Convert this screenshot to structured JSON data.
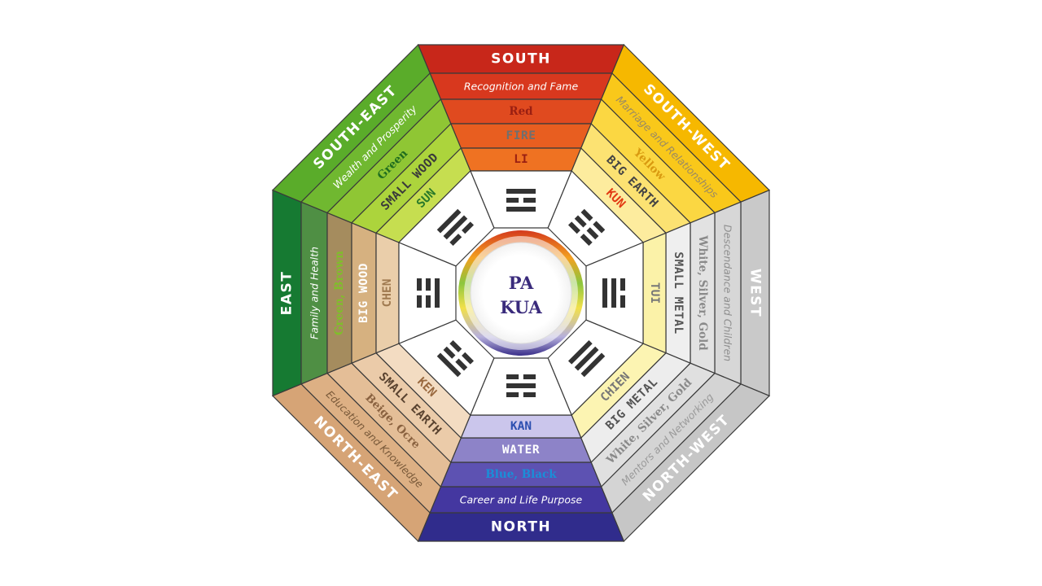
{
  "center": {
    "line1": "PA",
    "line2": "KUA",
    "text_color": "#3a2b7c"
  },
  "sectors": [
    {
      "key": "south",
      "direction": "SOUTH",
      "aspiration": "Recognition and Fame",
      "color_name": "Red",
      "element": "FIRE",
      "trigram": "LI",
      "trigram_lines": [
        1,
        0,
        1
      ],
      "band_colors": [
        "#c8271a",
        "#d8381e",
        "#e04a1f",
        "#e85e20",
        "#ef7222"
      ],
      "label_colors": {
        "direction": "#ffffff",
        "aspiration": "#ffffff",
        "color": "#9a1f12",
        "element": "#6f6f6f",
        "trigram": "#9a1f12"
      }
    },
    {
      "key": "south-west",
      "direction": "SOUTH-WEST",
      "aspiration": "Marriage and Relationships",
      "color_name": "Yellow",
      "element": "BIG EARTH",
      "trigram": "KUN",
      "trigram_lines": [
        0,
        0,
        0
      ],
      "band_colors": [
        "#f6b800",
        "#f9c81a",
        "#fbd742",
        "#fce272",
        "#fdec9e"
      ],
      "label_colors": {
        "direction": "#ffffff",
        "aspiration": "#9a8a63",
        "color": "#d99a10",
        "element": "#444444",
        "trigram": "#e23a14"
      }
    },
    {
      "key": "west",
      "direction": "WEST",
      "aspiration": "Descendance and Children",
      "color_name": "White, Silver, Gold",
      "element": "SMALL METAL",
      "trigram": "TUI",
      "trigram_lines": [
        0,
        1,
        1
      ],
      "band_colors": [
        "#c9c9c9",
        "#d7d7d7",
        "#e2e2e2",
        "#efefef",
        "#fbf2a8"
      ],
      "label_colors": {
        "direction": "#ffffff",
        "aspiration": "#8f8f8f",
        "color": "#8a8a8a",
        "element": "#555555",
        "trigram": "#777777"
      }
    },
    {
      "key": "north-west",
      "direction": "NORTH-WEST",
      "aspiration": "Mentors and Networking",
      "color_name": "White, Silver, Gold",
      "element": "BIG METAL",
      "trigram": "CHIEN",
      "trigram_lines": [
        1,
        1,
        1
      ],
      "band_colors": [
        "#c6c6c6",
        "#d4d4d4",
        "#e0e0e0",
        "#ededed",
        "#fcf4b2"
      ],
      "label_colors": {
        "direction": "#ffffff",
        "aspiration": "#9a9a9a",
        "color": "#8a8a8a",
        "element": "#555555",
        "trigram": "#777777"
      }
    },
    {
      "key": "north",
      "direction": "NORTH",
      "aspiration": "Career and Life Purpose",
      "color_name": "Blue, Black",
      "element": "WATER",
      "trigram": "KAN",
      "trigram_lines": [
        0,
        1,
        0
      ],
      "band_colors": [
        "#302c8c",
        "#4437a0",
        "#5d52b2",
        "#8d83c8",
        "#cbc6ec"
      ],
      "label_colors": {
        "direction": "#ffffff",
        "aspiration": "#ffffff",
        "color": "#1a8fd8",
        "element": "#ffffff",
        "trigram": "#2c4fb0"
      }
    },
    {
      "key": "north-east",
      "direction": "NORTH-EAST",
      "aspiration": "Education and Knowledge",
      "color_name": "Beige, Ocre",
      "element": "SMALL EARTH",
      "trigram": "KEN",
      "trigram_lines": [
        1,
        0,
        0
      ],
      "band_colors": [
        "#d6a476",
        "#ddb084",
        "#e4be97",
        "#ebcba9",
        "#f3dcc2"
      ],
      "label_colors": {
        "direction": "#ffffff",
        "aspiration": "#7a5a3a",
        "color": "#8a6240",
        "element": "#5a4330",
        "trigram": "#9a6a40"
      }
    },
    {
      "key": "east",
      "direction": "EAST",
      "aspiration": "Family and Health",
      "color_name": "Green, Brown",
      "element": "BIG WOOD",
      "trigram": "CHEN",
      "trigram_lines": [
        0,
        0,
        1
      ],
      "band_colors": [
        "#167a32",
        "#4f8f44",
        "#a58c5e",
        "#d6b180",
        "#eaceaa"
      ],
      "label_colors": {
        "direction": "#ffffff",
        "aspiration": "#ffffff",
        "color": "#7fbf2a",
        "element": "#ffffff",
        "trigram": "#a07a50"
      }
    },
    {
      "key": "south-east",
      "direction": "SOUTH-EAST",
      "aspiration": "Wealth and Prosperity",
      "color_name": "Green",
      "element": "SMALL WOOD",
      "trigram": "SUN",
      "trigram_lines": [
        1,
        1,
        0
      ],
      "band_colors": [
        "#5aac2a",
        "#70b830",
        "#8fc634",
        "#acd43c",
        "#c6de50"
      ],
      "label_colors": {
        "direction": "#ffffff",
        "aspiration": "#ffffff",
        "color": "#1f6d1f",
        "element": "#3a3a3a",
        "trigram": "#2a7a2a"
      }
    }
  ]
}
